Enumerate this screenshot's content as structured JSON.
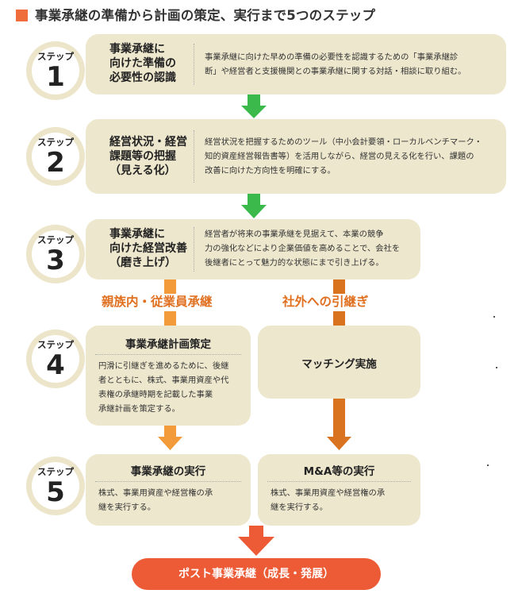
{
  "title": "事業承継の準備から計画の策定、実行まで5つのステップ",
  "colors": {
    "accent_square": "#ee6d3a",
    "box_bg": "#ede7cd",
    "badge_ring": "#ece5c9",
    "green_arrow": "#3bb94a",
    "orange_arrow_light": "#f39a3a",
    "orange_arrow_dark": "#d9731f",
    "branch_text": "#e07020",
    "final_bg": "#ec5b36"
  },
  "steps": [
    {
      "label": "ステップ",
      "number": "1",
      "title_lines": [
        "事業承継に",
        "向けた準備の",
        "必要性の認識"
      ],
      "desc_lines": [
        "事業承継に向けた早めの準備の必要性を認識するための「事業承継診",
        "断」や経営者と支援機関との事業承継に関する対話・相談に取り組む。"
      ]
    },
    {
      "label": "ステップ",
      "number": "2",
      "title_lines": [
        "経営状況・経営",
        "課題等の把握",
        "（見える化）"
      ],
      "desc_lines": [
        "経営状況を把握するためのツール（中小会計要領・ローカルベンチマーク・",
        "知的資産経営報告書等）を活用しながら、経営の見える化を行い、課題の",
        "改善に向けた方向性を明確にする。"
      ]
    },
    {
      "label": "ステップ",
      "number": "3",
      "title_lines": [
        "事業承継に",
        "向けた経営改善",
        "（磨き上げ）"
      ],
      "desc_lines": [
        "経営者が将来の事業承継を見据えて、本業の競争",
        "力の強化などにより企業価値を高めることで、会社を",
        "後継者にとって魅力的な状態にまで引き上げる。"
      ]
    },
    {
      "label": "ステップ",
      "number": "4",
      "left_title": "事業承継計画策定",
      "left_desc_lines": [
        "円滑に引継ぎを進めるために、後継",
        "者とともに、株式、事業用資産や代",
        "表権の承継時期を記載した事業",
        "承継計画を策定する。"
      ],
      "right_title": "マッチング実施"
    },
    {
      "label": "ステップ",
      "number": "5",
      "left_title": "事業承継の実行",
      "left_desc_lines": [
        "株式、事業用資産や経営権の承",
        "継を実行する。"
      ],
      "right_title": "M&A等の実行",
      "right_desc_lines": [
        "株式、事業用資産や経営権の承",
        "継を実行する。"
      ]
    }
  ],
  "branches": {
    "left": "親族内・従業員承継",
    "right": "社外への引継ぎ"
  },
  "final": "ポスト事業承継（成長・発展）"
}
